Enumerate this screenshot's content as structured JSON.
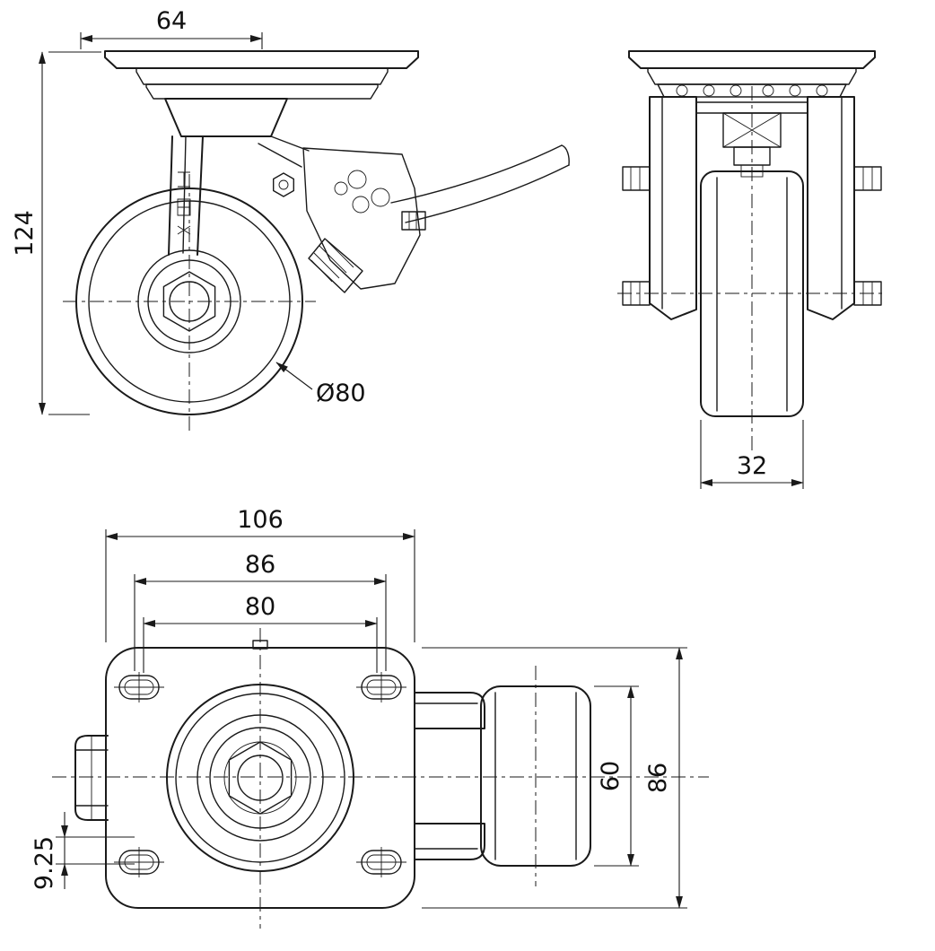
{
  "colors": {
    "ink": "#1a1a1a",
    "background": "#ffffff"
  },
  "front_view": {
    "top_width": "64",
    "overall_height": "124",
    "wheel_diameter": "Ø80"
  },
  "side_view": {
    "wheel_width": "32"
  },
  "plan_view": {
    "plate_length": "106",
    "bolt_spacing_max": "86",
    "bolt_spacing_min": "80",
    "slot_offset": "9.25",
    "wheel_span": "60",
    "plate_depth": "86"
  }
}
